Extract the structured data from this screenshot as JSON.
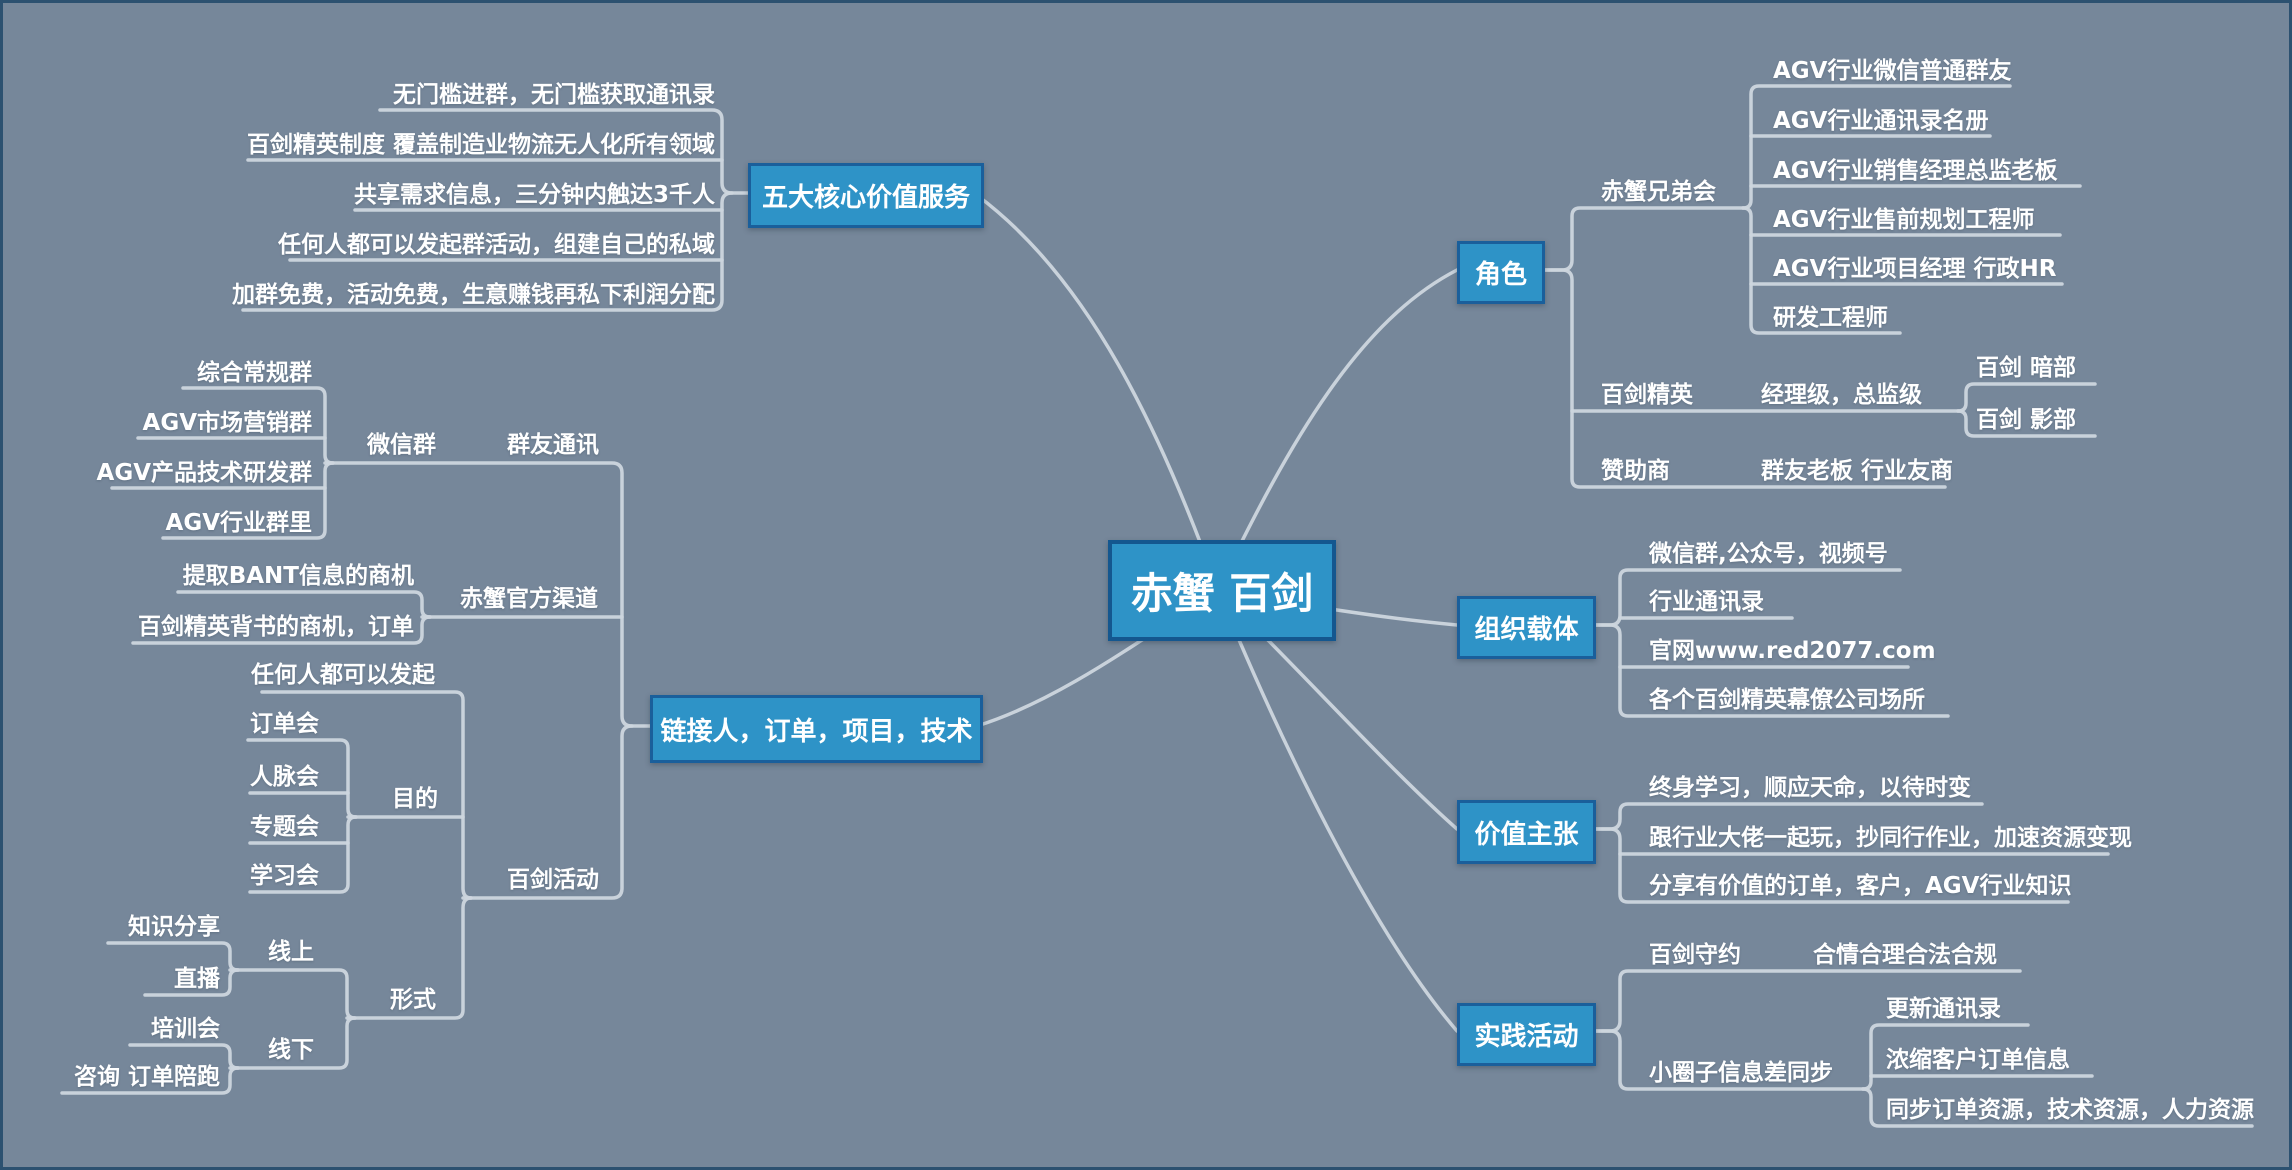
{
  "colors": {
    "background": "#76879A",
    "node_fill": "#2E93C7",
    "node_border": "#1A5F9B",
    "connector_line": "#CDD6DE",
    "text": "#FFFFFF"
  },
  "center": {
    "label": "赤蟹 百剑"
  },
  "branches": {
    "five_core": {
      "label": "五大核心价值服务",
      "items": [
        "无门槛进群，无门槛获取通讯录",
        "百剑精英制度 覆盖制造业物流无人化所有领域",
        "共享需求信息，三分钟内触达3千人",
        "任何人都可以发起群活动，组建自己的私域",
        "加群免费，活动免费，生意赚钱再私下利润分配"
      ]
    },
    "link": {
      "label": "链接人，订单，项目，技术",
      "qunyou": {
        "label": "群友通讯",
        "wechat": {
          "label": "微信群",
          "items": [
            "综合常规群",
            "AGV市场营销群",
            "AGV产品技术研发群",
            "AGV行业群里"
          ]
        }
      },
      "official": {
        "label": "赤蟹官方渠道",
        "items": [
          "提取BANT信息的商机",
          "百剑精英背书的商机，订单"
        ]
      },
      "activity": {
        "label": "百剑活动",
        "anyone": "任何人都可以发起",
        "purpose": {
          "label": "目的",
          "items": [
            "订单会",
            "人脉会",
            "专题会",
            "学习会"
          ]
        },
        "form": {
          "label": "形式",
          "online": {
            "label": "线上",
            "items": [
              "知识分享",
              "直播"
            ]
          },
          "offline": {
            "label": "线下",
            "items": [
              "培训会",
              "咨询 订单陪跑"
            ]
          }
        }
      }
    },
    "role": {
      "label": "角色",
      "brotherhood": {
        "label": "赤蟹兄弟会",
        "items": [
          "AGV行业微信普通群友",
          "AGV行业通讯录名册",
          "AGV行业销售经理总监老板",
          "AGV行业售前规划工程师",
          "AGV行业项目经理 行政HR",
          "研发工程师"
        ]
      },
      "elite": {
        "label": "百剑精英",
        "level": "经理级，总监级",
        "items": [
          "百剑 暗部",
          "百剑 影部"
        ]
      },
      "sponsor": {
        "label": "赞助商",
        "desc": "群友老板 行业友商"
      }
    },
    "carrier": {
      "label": "组织载体",
      "items": [
        "微信群,公众号，视频号",
        "行业通讯录",
        "官网www.red2077.com",
        "各个百剑精英幕僚公司场所"
      ]
    },
    "value": {
      "label": "价值主张",
      "items": [
        "终身学习，顺应天命，以待时变",
        "跟行业大佬一起玩，抄同行作业，加速资源变现",
        "分享有价值的订单，客户，AGV行业知识"
      ]
    },
    "practice": {
      "label": "实践活动",
      "pact": {
        "label": "百剑守约",
        "desc": "合情合理合法合规"
      },
      "sync": {
        "label": "小圈子信息差同步",
        "items": [
          "更新通讯录",
          "浓缩客户订单信息",
          "同步订单资源，技术资源，人力资源"
        ]
      }
    }
  }
}
